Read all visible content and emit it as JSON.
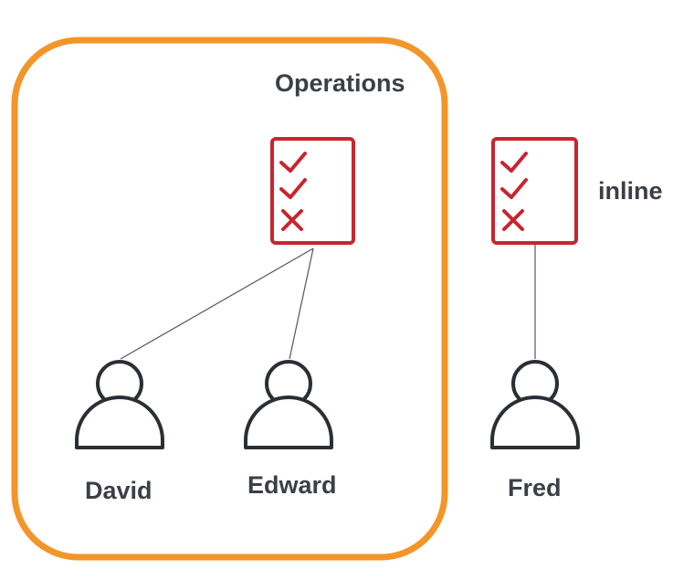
{
  "group": {
    "name": "Operations",
    "border_color": "#f39529"
  },
  "policies": {
    "group_policy_icon": "policy-checklist-icon",
    "inline_label": "inline",
    "inline_policy_icon": "policy-checklist-icon",
    "accent_color": "#c7252f"
  },
  "users": [
    {
      "name": "David",
      "icon": "user-icon"
    },
    {
      "name": "Edward",
      "icon": "user-icon"
    },
    {
      "name": "Fred",
      "icon": "user-icon"
    }
  ],
  "colors": {
    "user_stroke": "#2a2f36",
    "connector": "#555555",
    "text": "#3b4047"
  }
}
